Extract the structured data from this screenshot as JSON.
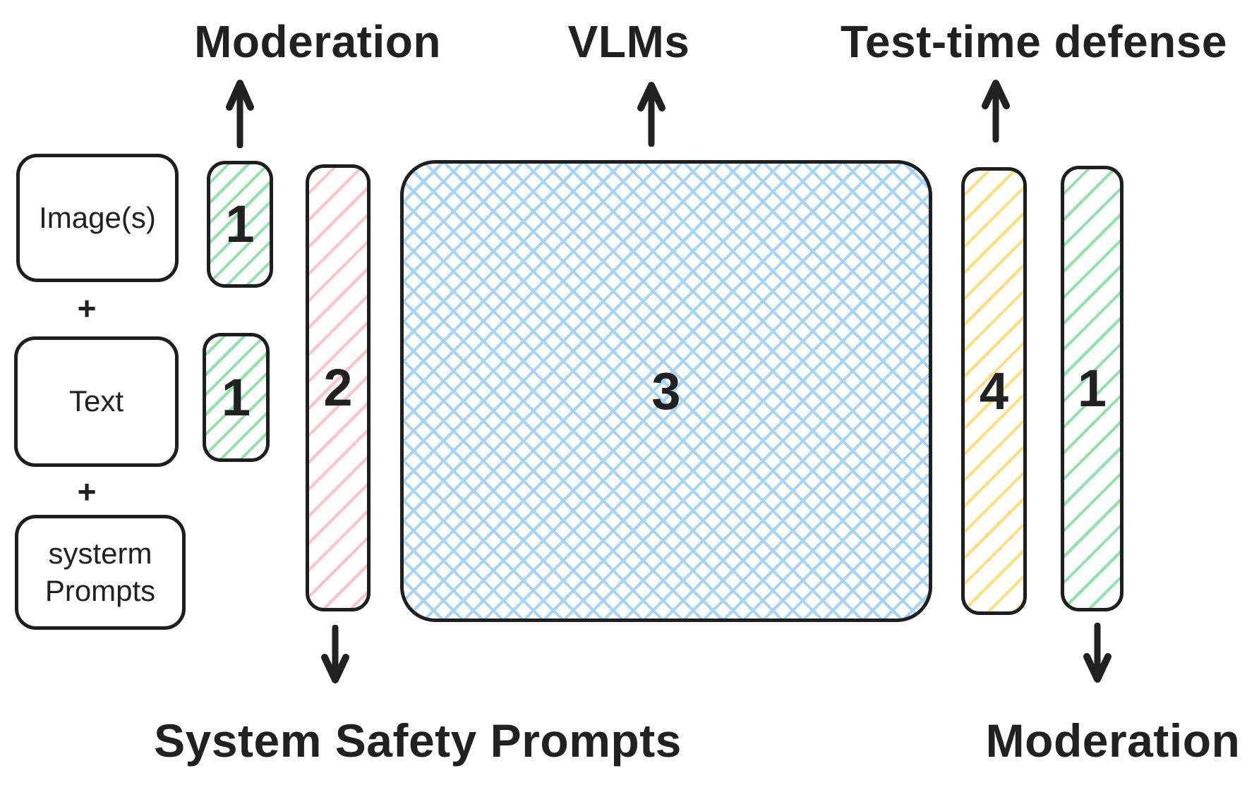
{
  "titles": {
    "moderation_top": "Moderation",
    "vlms": "VLMs",
    "test_time_defense": "Test-time defense",
    "system_safety_prompts": "System Safety Prompts",
    "moderation_bottom": "Moderation"
  },
  "input_column": {
    "plus_separator": "+",
    "boxes": [
      {
        "label": "Image(s)"
      },
      {
        "label": "Text"
      },
      {
        "label_line1": "systerm",
        "label_line2": "Prompts"
      }
    ]
  },
  "defense_stages": [
    {
      "id": "moderation-input-image",
      "number": "1",
      "color": "green"
    },
    {
      "id": "moderation-input-text",
      "number": "1",
      "color": "green"
    },
    {
      "id": "system-safety-prompts",
      "number": "2",
      "color": "red"
    },
    {
      "id": "vlms",
      "number": "3",
      "color": "blue"
    },
    {
      "id": "test-time-defense",
      "number": "4",
      "color": "yellow"
    },
    {
      "id": "moderation-output",
      "number": "1",
      "color": "green"
    }
  ],
  "colors": {
    "ink": "#212121",
    "green_hatch": "#8fe3a8",
    "red_hatch": "#ffc1c1",
    "blue_hatch": "#a5d4f7",
    "yellow_hatch": "#ffde7a"
  }
}
